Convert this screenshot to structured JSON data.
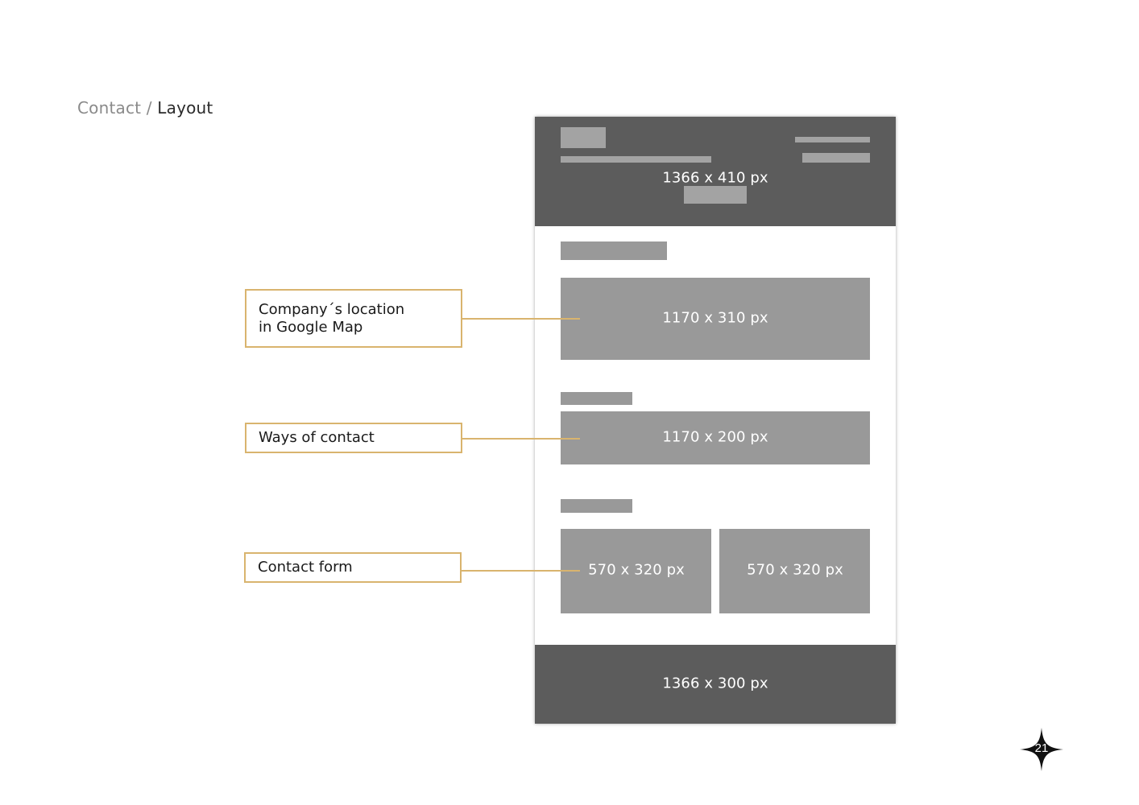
{
  "breadcrumb": {
    "section": "Contact",
    "separator": " / ",
    "current": "Layout"
  },
  "wireframe": {
    "header_label": "1366 x 410 px",
    "map_label": "1170 x 310 px",
    "contact_ways_label": "1170 x 200 px",
    "form_left_label": "570 x 320 px",
    "form_right_label": "570 x 320 px",
    "footer_label": "1366 x 300 px"
  },
  "callouts": {
    "map": "Company´s location\nin Google Map",
    "ways": "Ways of contact",
    "form": "Contact form"
  },
  "page_number": "21",
  "colors": {
    "accent": "#d9b46e",
    "dark_block": "#5c5c5c",
    "gray_block": "#999999"
  }
}
